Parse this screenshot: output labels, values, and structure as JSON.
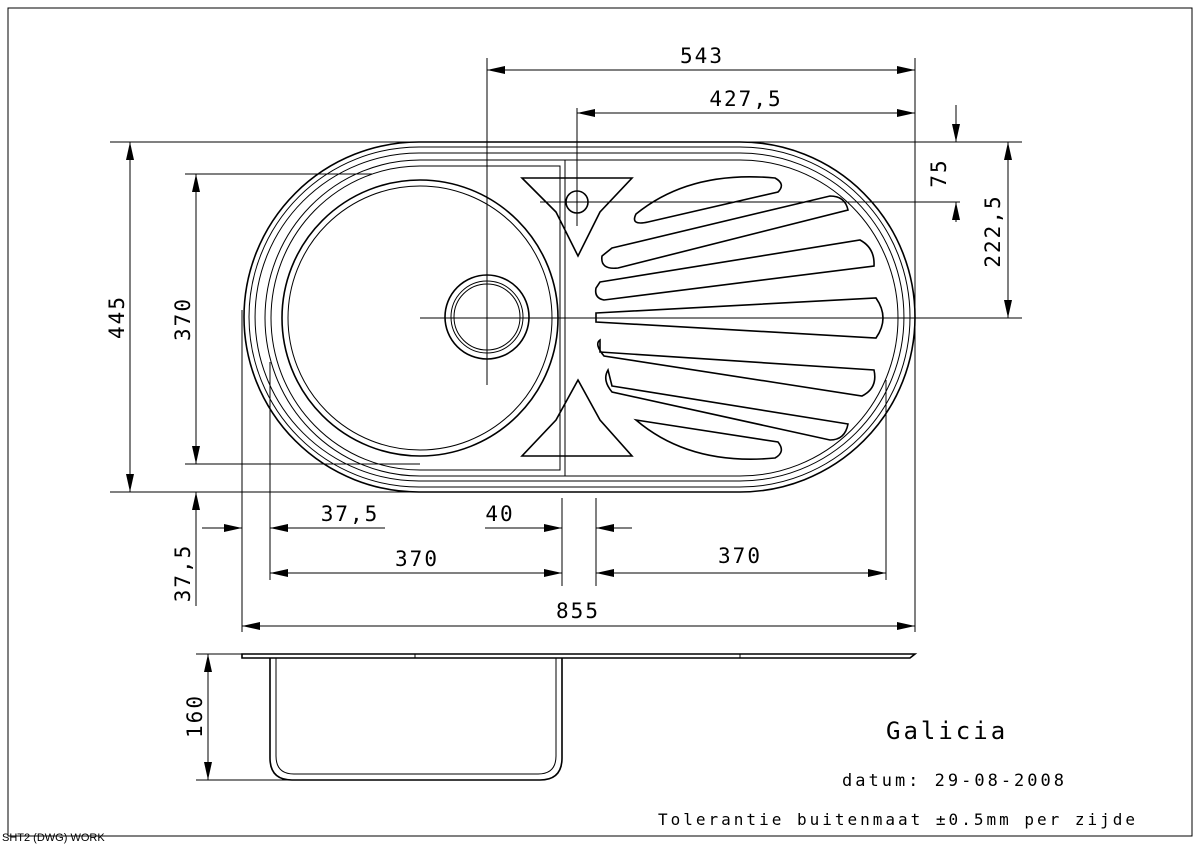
{
  "dimensions": {
    "overall_width": "855",
    "depth": "445",
    "bowl_diameter": "370",
    "drainer_width": "543",
    "drainer_width_to_hole": "427,5",
    "tap_hole_offset": "75",
    "tap_hole_to_center": "222,5",
    "left_margin_top": "37,5",
    "left_margin_side": "37,5",
    "bowl_width": "370",
    "gap": "40",
    "drainer_length": "370",
    "bowl_height": "160"
  },
  "title_block": {
    "product_name": "Galicia",
    "date_line": "datum: 29-08-2008",
    "tolerance_line": "Tolerantie buitenmaat ±0.5mm per zijde"
  },
  "sheet_label": "SHT2 (DWG) WORK"
}
